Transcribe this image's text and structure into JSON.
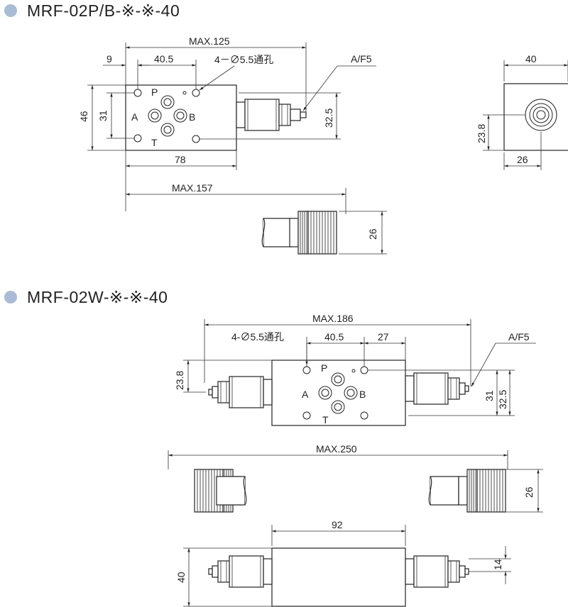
{
  "section1": {
    "title": "MRF-02P/B-※-※-40",
    "dims": {
      "max125": "MAX.125",
      "d9": "9",
      "d40_5": "40.5",
      "holes": "4－∅5.5通孔",
      "af5": "A/F5",
      "d46": "46",
      "d31": "31",
      "d32_5": "32.5",
      "d78": "78",
      "max157": "MAX.157",
      "d26_knob": "26",
      "d40_side": "40",
      "d23_8": "23.8",
      "d26_side": "26"
    },
    "ports": {
      "p": "P",
      "a": "A",
      "b": "B",
      "t": "T"
    }
  },
  "section2": {
    "title": "MRF-02W-※-※-40",
    "dims": {
      "max186": "MAX.186",
      "holes": "4-∅5.5通孔",
      "d40_5": "40.5",
      "d27": "27",
      "af5": "A/F5",
      "d23_8": "23.8",
      "d31": "31",
      "d32_5": "32.5",
      "max250": "MAX.250",
      "d26": "26",
      "d92": "92",
      "d40": "40",
      "d14": "14"
    },
    "ports": {
      "p": "P",
      "a": "A",
      "b": "B",
      "t": "T"
    }
  },
  "colors": {
    "bullet": "#a8bcd6",
    "line": "#222222"
  }
}
